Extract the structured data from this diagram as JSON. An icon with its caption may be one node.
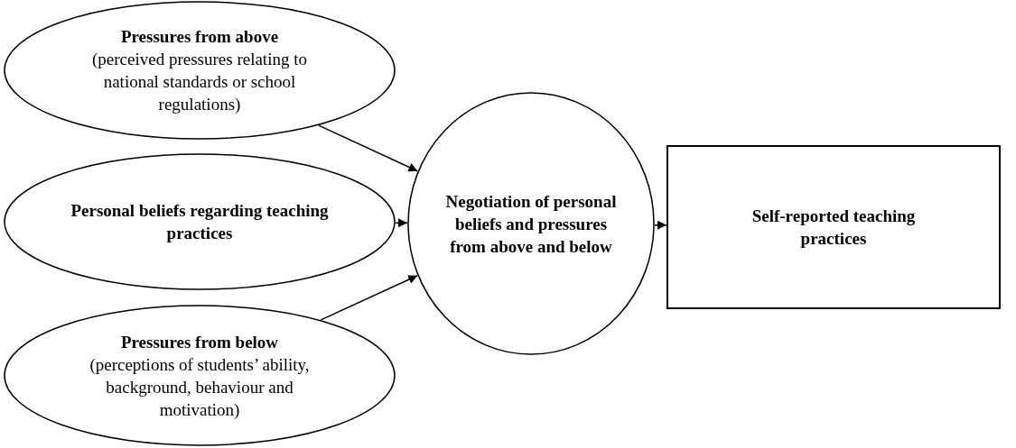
{
  "diagram": {
    "nodes": [
      {
        "text": [
          "Pressures from above",
          "(perceived pressures relating to national standards or school regulations)"
        ]
      },
      {
        "text": [
          "Personal beliefs regarding teaching practices"
        ]
      },
      {
        "text": [
          "Pressures from below",
          "(perceptions of students’ ability, background, behaviour and motivation)"
        ]
      },
      {
        "text": [
          "Negotiation of personal beliefs and pressures from above and below"
        ]
      },
      {
        "text": [
          "Self-reported teaching practices"
        ]
      }
    ],
    "edges": [
      {
        "from": 0,
        "to": 3,
        "arrow": "to"
      },
      {
        "from": 1,
        "to": 3,
        "arrow": "to"
      },
      {
        "from": 2,
        "to": 3,
        "arrow": "to"
      },
      {
        "from": 3,
        "to": 4,
        "arrow": "to"
      }
    ]
  }
}
